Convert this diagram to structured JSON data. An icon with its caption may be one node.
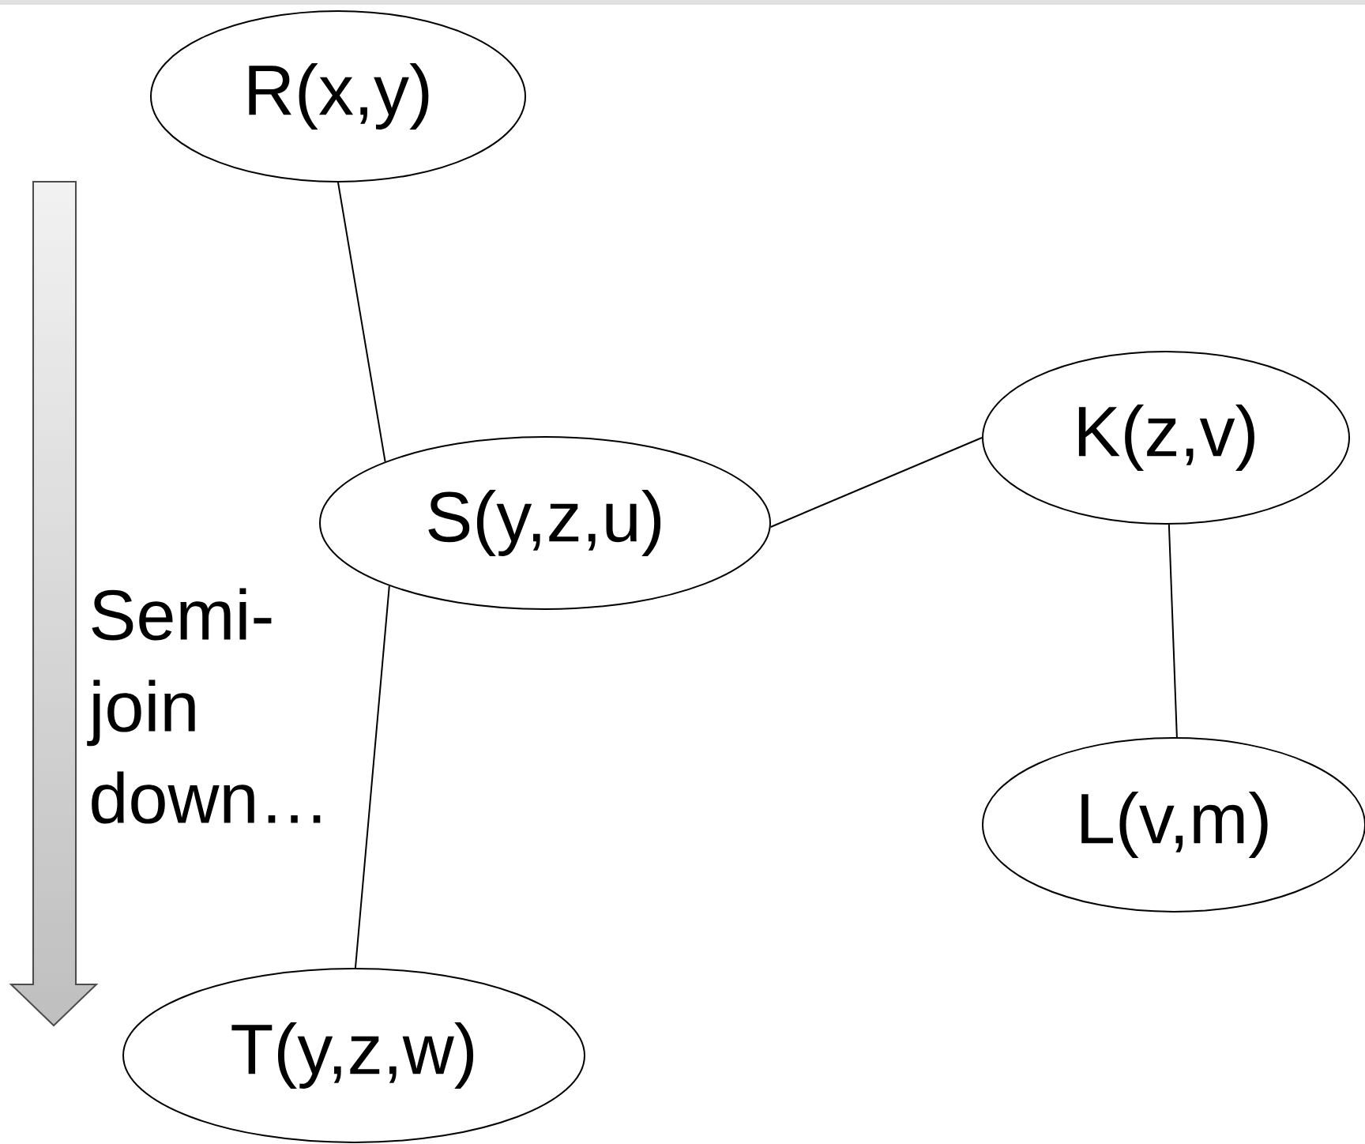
{
  "diagram": {
    "nodes": [
      {
        "text": [
          "R(x,y)"
        ]
      },
      {
        "text": [
          "S(y,z,u)"
        ]
      },
      {
        "text": [
          "K(z,v)"
        ]
      },
      {
        "text": [
          "L(v,m)"
        ]
      },
      {
        "text": [
          "T(y,z,w)"
        ]
      }
    ],
    "edges": [
      {
        "from": 0,
        "to": 1,
        "arrow": "none"
      },
      {
        "from": 1,
        "to": 2,
        "arrow": "none"
      },
      {
        "from": 2,
        "to": 3,
        "arrow": "none"
      },
      {
        "from": 1,
        "to": 4,
        "arrow": "none"
      }
    ],
    "labels": [
      "Semi-join down…"
    ]
  }
}
